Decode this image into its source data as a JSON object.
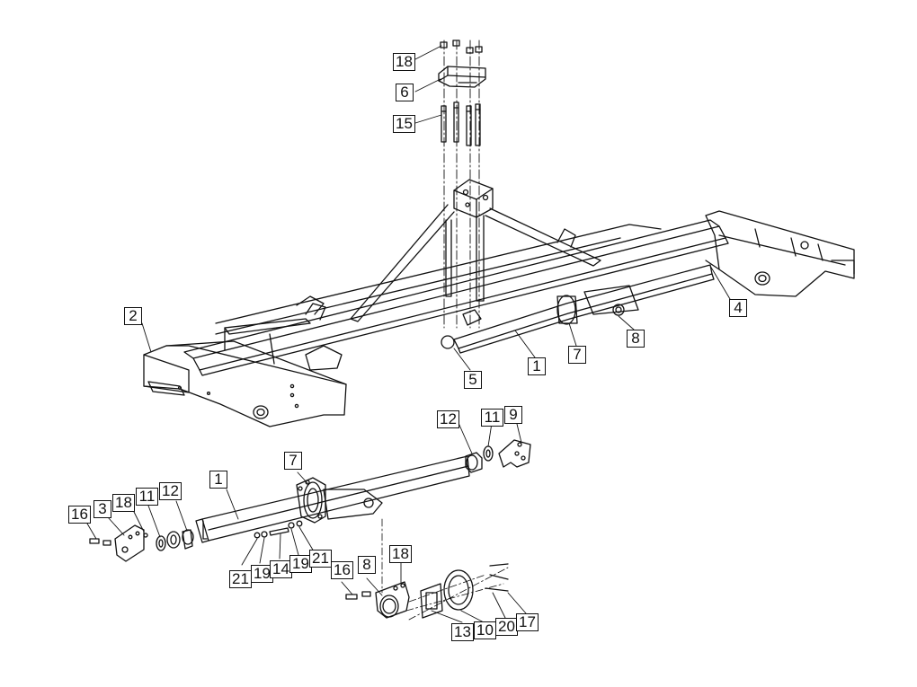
{
  "diagram": {
    "line_color": "#111111",
    "background": "#ffffff",
    "callouts": [
      {
        "id": "c18-top",
        "label": "18"
      },
      {
        "id": "c6",
        "label": "6"
      },
      {
        "id": "c15",
        "label": "15"
      },
      {
        "id": "c2",
        "label": "2"
      },
      {
        "id": "c4",
        "label": "4"
      },
      {
        "id": "c8-top",
        "label": "8"
      },
      {
        "id": "c7-top",
        "label": "7"
      },
      {
        "id": "c1-top",
        "label": "1"
      },
      {
        "id": "c5",
        "label": "5"
      },
      {
        "id": "c12-right",
        "label": "12"
      },
      {
        "id": "c11-right",
        "label": "11"
      },
      {
        "id": "c9",
        "label": "9"
      },
      {
        "id": "c7-mid",
        "label": "7"
      },
      {
        "id": "c1-mid",
        "label": "1"
      },
      {
        "id": "c16-left",
        "label": "16"
      },
      {
        "id": "c3",
        "label": "3"
      },
      {
        "id": "c18-left",
        "label": "18"
      },
      {
        "id": "c11-left",
        "label": "11"
      },
      {
        "id": "c12-left",
        "label": "12"
      },
      {
        "id": "c21-a",
        "label": "21"
      },
      {
        "id": "c19-a",
        "label": "19"
      },
      {
        "id": "c14",
        "label": "14"
      },
      {
        "id": "c19-b",
        "label": "19"
      },
      {
        "id": "c21-b",
        "label": "21"
      },
      {
        "id": "c16-bottom",
        "label": "16"
      },
      {
        "id": "c8-bottom",
        "label": "8"
      },
      {
        "id": "c18-bottom",
        "label": "18"
      },
      {
        "id": "c13",
        "label": "13"
      },
      {
        "id": "c10",
        "label": "10"
      },
      {
        "id": "c20",
        "label": "20"
      },
      {
        "id": "c17",
        "label": "17"
      }
    ]
  }
}
